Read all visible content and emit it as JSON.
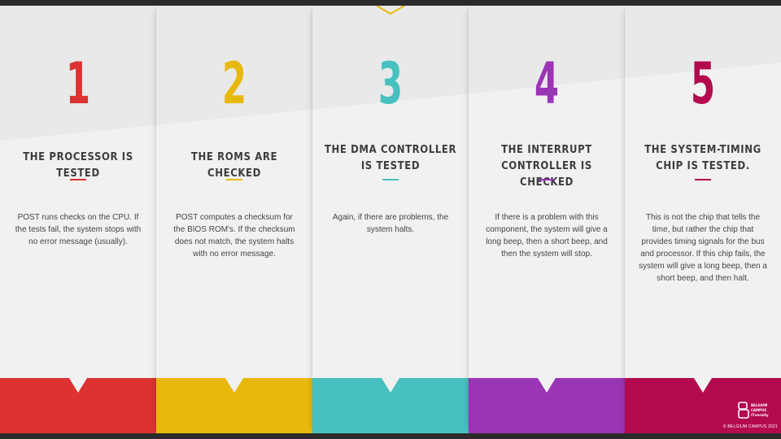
{
  "theme": {
    "background": "#f1f1f1",
    "text": "#444444",
    "title_text": "#3d3d3d",
    "notch": "#e8b90c"
  },
  "steps": [
    {
      "number": "1",
      "title": "THE PROCESSOR IS TESTED",
      "description": "POST runs checks on the CPU. If the tests fail, the system stops with no error message (usually).",
      "color": "#dc3232"
    },
    {
      "number": "2",
      "title": "THE ROMS ARE CHECKED",
      "description": "POST computes a checksum for the BIOS ROM's. If the checksum does not match, the system halts with no error message.",
      "color": "#e8b90c"
    },
    {
      "number": "3",
      "title": "THE DMA CONTROLLER\nIS TESTED",
      "description": "Again, if there are problems, the system halts.",
      "color": "#47c1bf"
    },
    {
      "number": "4",
      "title": "THE INTERRUPT\nCONTROLLER IS CHECKED",
      "description": "If there is a problem with this component, the system will give a long beep, then a short beep, and then the system will stop.",
      "color": "#9a35b5"
    },
    {
      "number": "5",
      "title": "THE SYSTEM-TIMING\nCHIP IS TESTED.",
      "description": "This is not the chip that tells the time, but rather the chip that provides timing signals for the bus and processor. If this chip fails, the system will give a long beep, then a short beep, and then halt.",
      "color": "#b30a4e"
    }
  ],
  "footer": {
    "logo": "BELGIUM CAMPUS iTversity",
    "copyright": "© BELGIUM CAMPUS 2021"
  }
}
